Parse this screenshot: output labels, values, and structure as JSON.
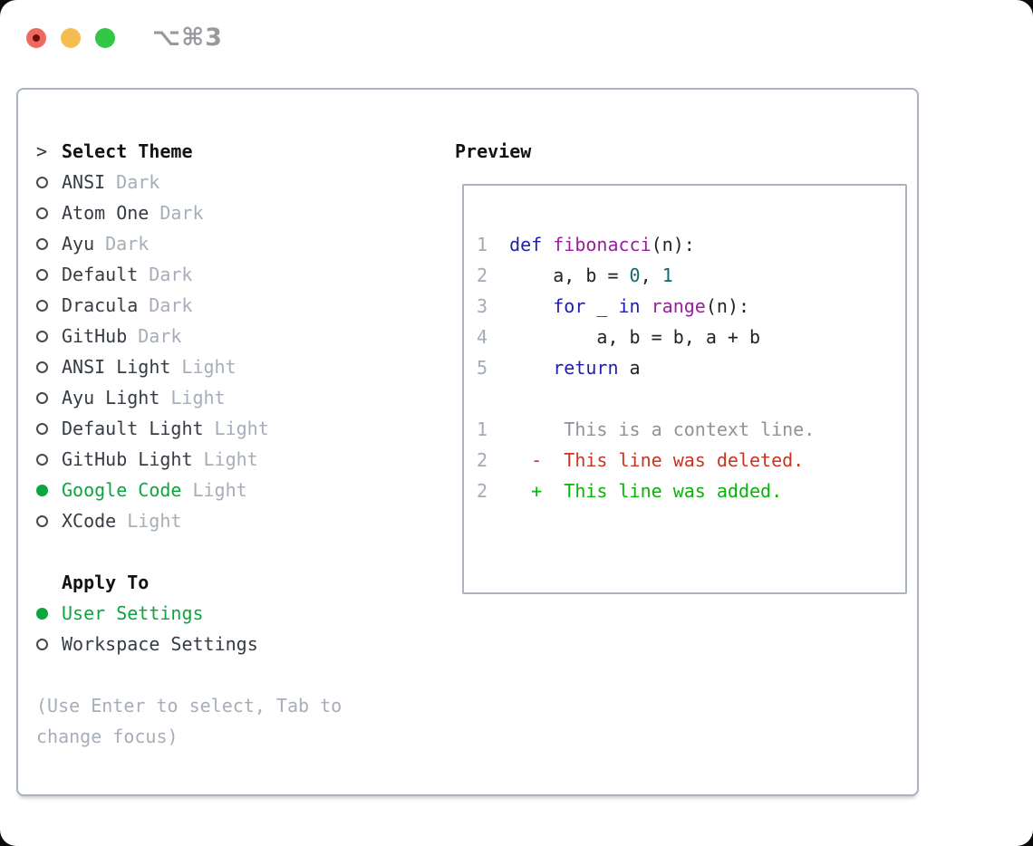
{
  "window": {
    "title": "⌥⌘3",
    "traffic_lights": [
      "close",
      "minimize",
      "zoom"
    ],
    "close_has_unsaved_dot": true
  },
  "theme_panel": {
    "header_marker": ">",
    "header_label": "Select Theme",
    "themes": [
      {
        "name": "ANSI",
        "variant": "Dark",
        "selected": false
      },
      {
        "name": "Atom One",
        "variant": "Dark",
        "selected": false
      },
      {
        "name": "Ayu",
        "variant": "Dark",
        "selected": false
      },
      {
        "name": "Default",
        "variant": "Dark",
        "selected": false
      },
      {
        "name": "Dracula",
        "variant": "Dark",
        "selected": false
      },
      {
        "name": "GitHub",
        "variant": "Dark",
        "selected": false
      },
      {
        "name": "ANSI Light",
        "variant": "Light",
        "selected": false
      },
      {
        "name": "Ayu Light",
        "variant": "Light",
        "selected": false
      },
      {
        "name": "Default Light",
        "variant": "Light",
        "selected": false
      },
      {
        "name": "GitHub Light",
        "variant": "Light",
        "selected": false
      },
      {
        "name": "Google Code",
        "variant": "Light",
        "selected": true
      },
      {
        "name": "XCode",
        "variant": "Light",
        "selected": false
      }
    ],
    "apply_to_label": "Apply To",
    "apply_options": [
      {
        "name": "User Settings",
        "selected": true
      },
      {
        "name": "Workspace Settings",
        "selected": false
      }
    ],
    "hint": "(Use Enter to select, Tab to change focus)"
  },
  "preview": {
    "label": "Preview",
    "code_lines": [
      {
        "num": "1",
        "segs": [
          [
            "p",
            "  "
          ],
          [
            "k",
            "def"
          ],
          [
            "p",
            " "
          ],
          [
            "f",
            "fibonacci"
          ],
          [
            "p",
            "(n):"
          ]
        ]
      },
      {
        "num": "2",
        "segs": [
          [
            "p",
            "      a, b = "
          ],
          [
            "n",
            "0"
          ],
          [
            "p",
            ", "
          ],
          [
            "n",
            "1"
          ]
        ]
      },
      {
        "num": "3",
        "segs": [
          [
            "p",
            "      "
          ],
          [
            "k",
            "for"
          ],
          [
            "p",
            " _ "
          ],
          [
            "k",
            "in"
          ],
          [
            "p",
            " "
          ],
          [
            "f",
            "range"
          ],
          [
            "p",
            "(n):"
          ]
        ]
      },
      {
        "num": "4",
        "segs": [
          [
            "p",
            "          a, b = b, a + b"
          ]
        ]
      },
      {
        "num": "5",
        "segs": [
          [
            "p",
            "      "
          ],
          [
            "k",
            "return"
          ],
          [
            "p",
            " a"
          ]
        ]
      }
    ],
    "diff_lines": [
      {
        "num": "1",
        "segs": [
          [
            "ctx",
            "       This is a context line."
          ]
        ]
      },
      {
        "num": "2",
        "segs": [
          [
            "del",
            "    -  This line was deleted."
          ]
        ]
      },
      {
        "num": "2",
        "segs": [
          [
            "add",
            "    +  This line was added."
          ]
        ]
      }
    ]
  },
  "colors": {
    "accent_green": "#0ca63e",
    "muted": "#a6aeba",
    "text_dark": "#363c44",
    "header_text": "#101316",
    "panel_border": "#aab3be",
    "keyword_blue": "#1f1fab",
    "function_purple": "#97209b",
    "number_teal": "#0c6b6e",
    "code_plain": "#202328",
    "line_number": "#a2abb8",
    "context_gray": "#8f9398",
    "diff_red": "#cb3420",
    "diff_green": "#07b507",
    "titlebar_red": "#ee6a5e",
    "titlebar_red_dot": "#6b0f07",
    "titlebar_yellow": "#f5bd4f",
    "titlebar_green": "#33c748",
    "title_text": "#97999c"
  }
}
